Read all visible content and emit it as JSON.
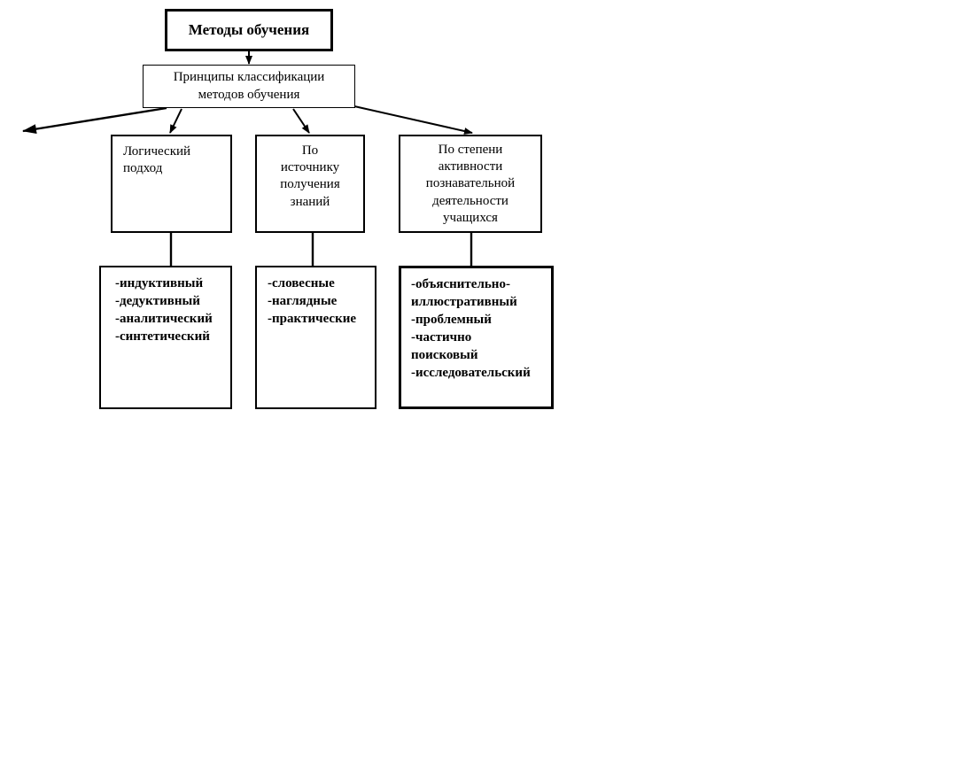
{
  "diagram": {
    "title": "Методы обучения",
    "root": {
      "label": "Методы обучения"
    },
    "principles": {
      "label": "Принципы классификации\nметодов обучения"
    },
    "branches": [
      {
        "id": "logic",
        "label": "Логический\nподход",
        "items": [
          "-индуктивный",
          "-дедуктивный",
          "-аналитический",
          "-синтетический"
        ]
      },
      {
        "id": "source",
        "label": "По\nисточнику\nполучения\nзнаний",
        "items": [
          "-словесные",
          "-наглядные",
          "-практические"
        ]
      },
      {
        "id": "activity",
        "label": "По степени\nактивности\nпознавательной\nдеятельности\nучащихся",
        "items": [
          "-объяснительно-\nиллюстративный",
          "-проблемный",
          "-частично\nпоисковый",
          "-исследовательский"
        ]
      }
    ],
    "colors": {
      "line": "#000000",
      "box_border": "#000000",
      "box_fill": "#ffffff",
      "text": "#000000",
      "background": "#ffffff"
    }
  }
}
